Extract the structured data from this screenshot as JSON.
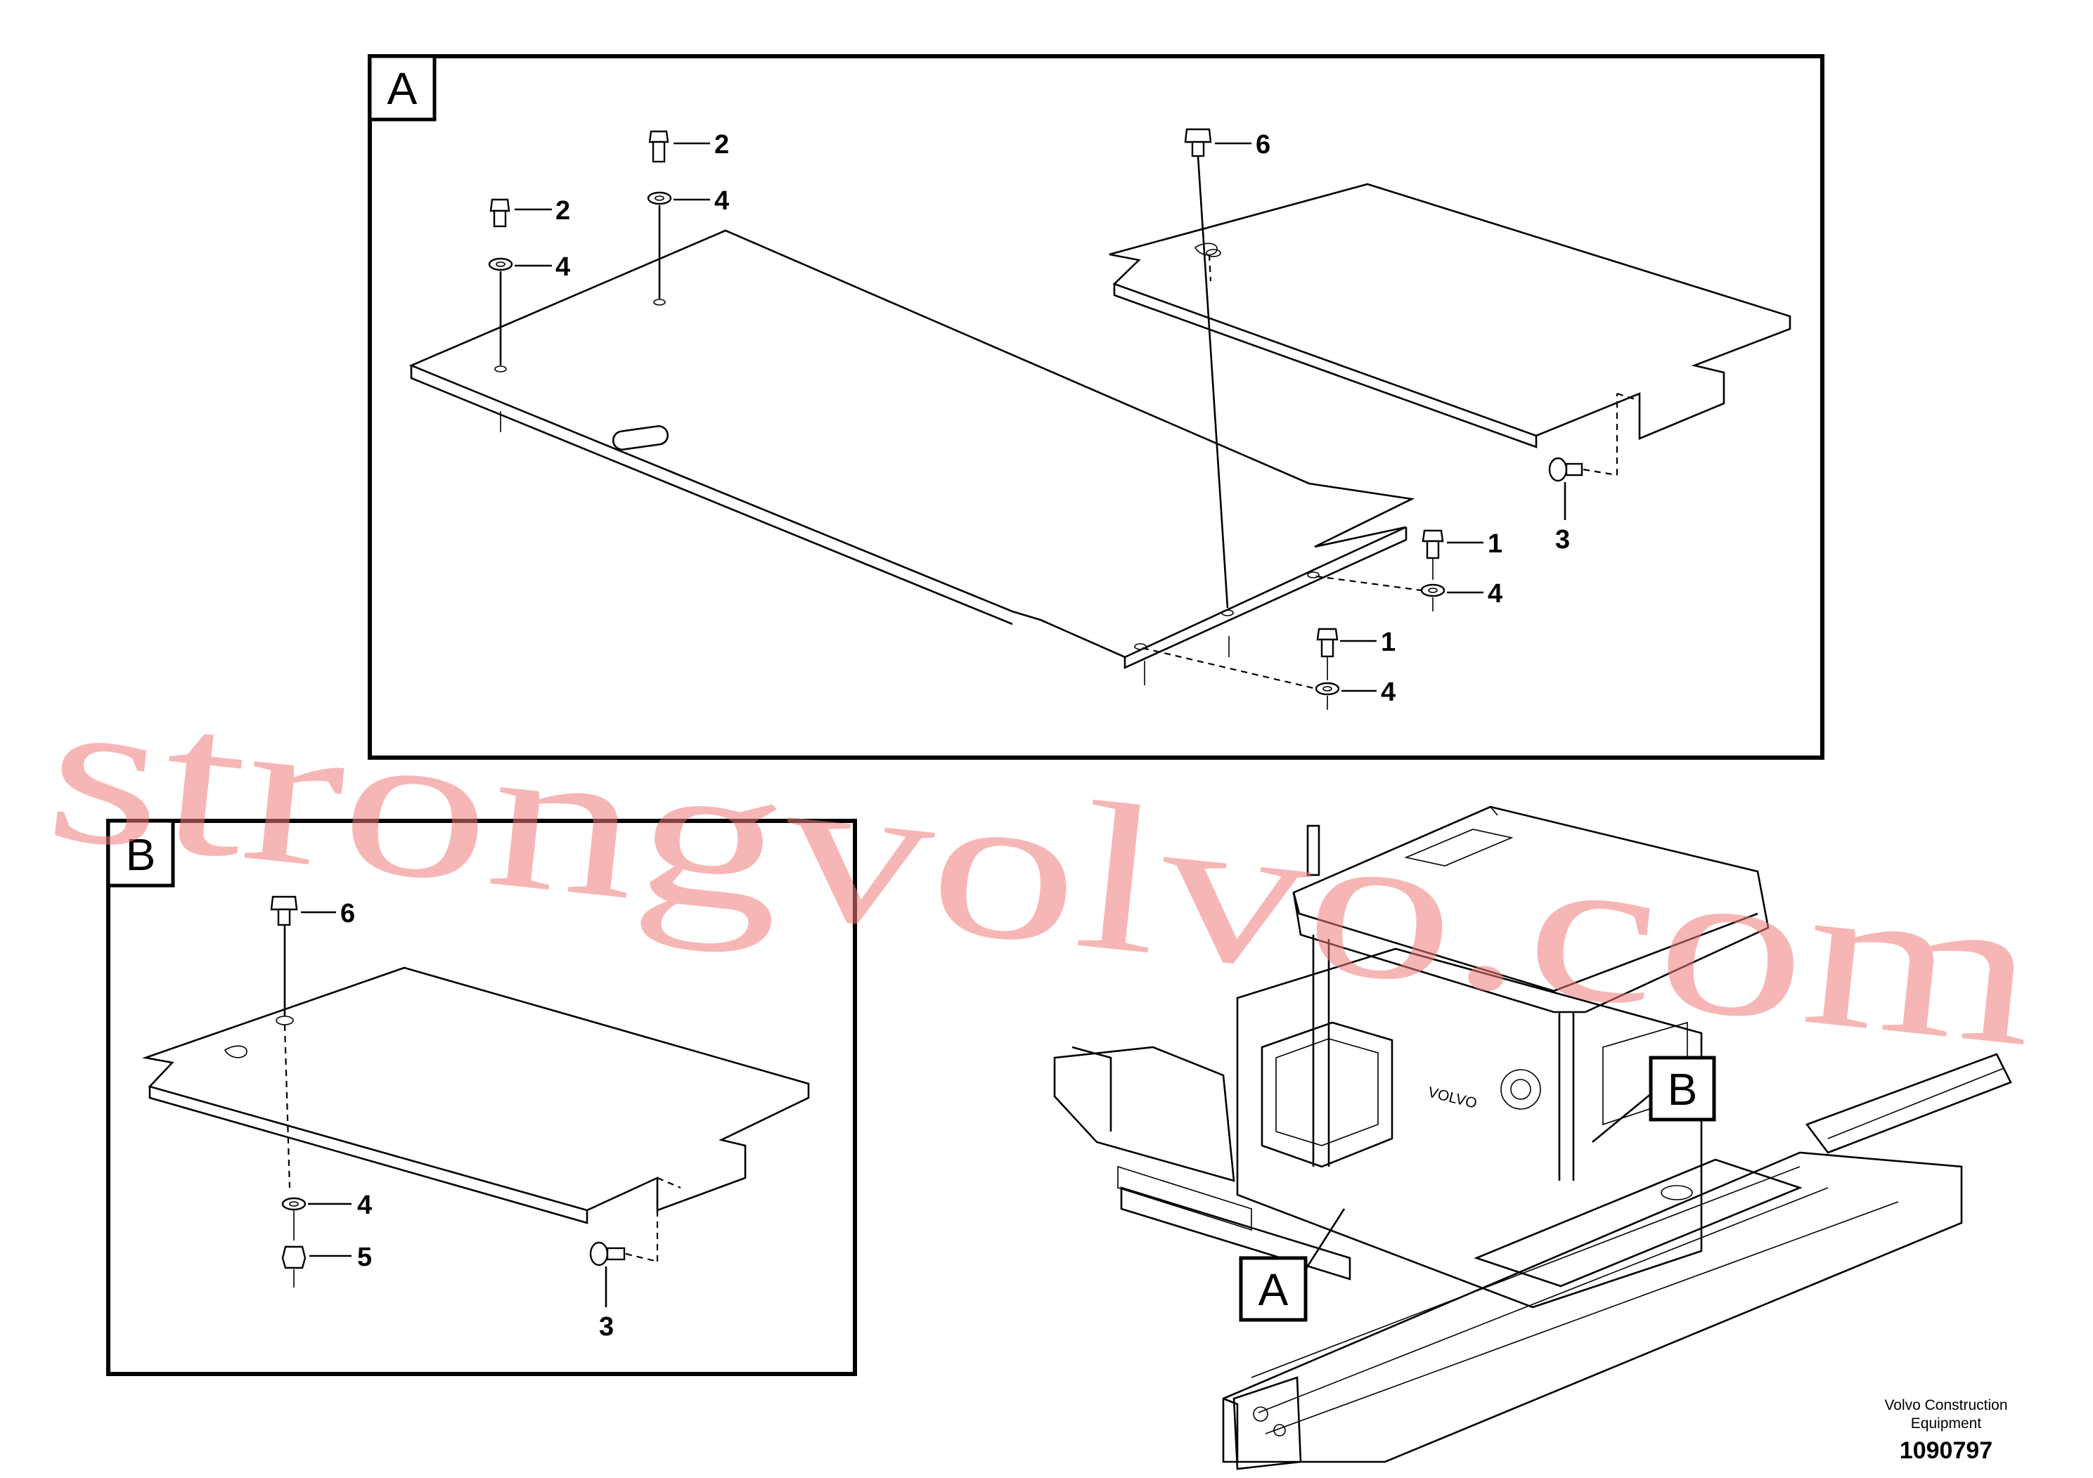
{
  "views": {
    "a": {
      "label": "A",
      "callouts": [
        "2",
        "2",
        "4",
        "4",
        "6",
        "1",
        "4",
        "1",
        "4",
        "3"
      ]
    },
    "b": {
      "label": "B",
      "callouts": [
        "6",
        "4",
        "5",
        "3"
      ]
    }
  },
  "overview": {
    "callout_a": "A",
    "callout_b": "B",
    "brand_text": "VOLVO"
  },
  "watermark": "strongvolvo.com",
  "credit": {
    "line1": "Volvo Construction",
    "line2": "Equipment"
  },
  "drawing_number": "1090797"
}
